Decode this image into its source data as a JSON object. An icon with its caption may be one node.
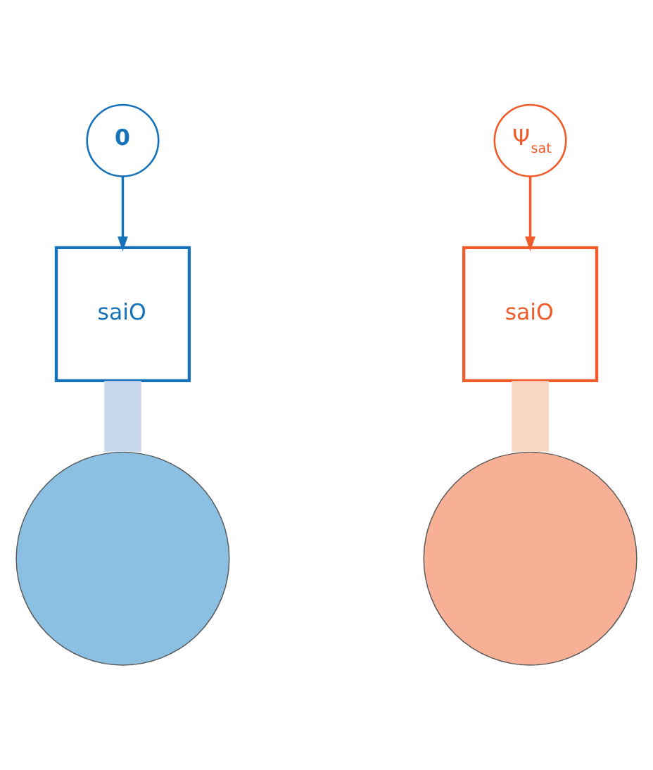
{
  "diagram": {
    "nodes": [
      {
        "text": [
          "0"
        ]
      },
      {
        "text": [
          "Ψ$_{sat}$"
        ]
      },
      {
        "text": [
          "saiO"
        ]
      },
      {
        "text": [
          "saiO"
        ]
      },
      {
        "text": [],
        "shape": "circle"
      },
      {
        "text": [],
        "shape": "circle"
      }
    ],
    "edges": [
      {
        "from": 0,
        "to": 2,
        "arrow": "to",
        "color": "#1672b9"
      },
      {
        "from": 1,
        "to": 3,
        "arrow": "to",
        "color": "#ef5b2b"
      },
      {
        "from": 2,
        "to": 4,
        "arrow": "none",
        "style": "thick",
        "color": "#c7d7ec"
      },
      {
        "from": 3,
        "to": 5,
        "arrow": "none",
        "style": "thick",
        "color": "#f9d6c3"
      }
    ]
  }
}
